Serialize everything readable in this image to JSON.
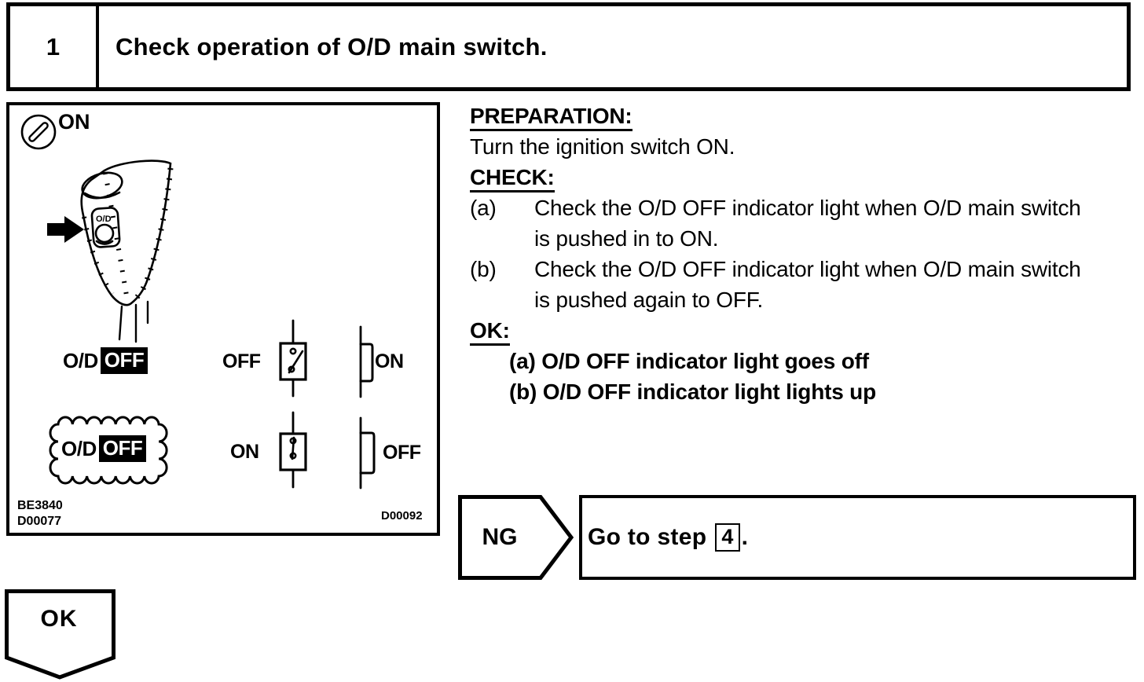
{
  "colors": {
    "ink": "#000000",
    "paper": "#ffffff"
  },
  "step": {
    "number": "1",
    "title": "Check operation of O/D main switch."
  },
  "figure": {
    "ignition_label": "ON",
    "panel_label": "O/D",
    "indicator_off": {
      "prefix": "O/D",
      "value": "OFF"
    },
    "indicator_lit": {
      "prefix": "O/D",
      "value": "OFF"
    },
    "switch_rows": [
      {
        "main_switch_state": "OFF",
        "indicator_state": "ON"
      },
      {
        "main_switch_state": "ON",
        "indicator_state": "OFF"
      }
    ],
    "codes": {
      "top_left": "BE3840",
      "bottom_left": "D00077",
      "bottom_right": "D00092"
    }
  },
  "instructions": {
    "preparation_heading": "PREPARATION:",
    "preparation_text": "Turn the ignition switch ON.",
    "check_heading": "CHECK:",
    "check_items": [
      {
        "label": "(a)",
        "line1": "Check the O/D OFF indicator light when O/D main switch",
        "line2": "is pushed in to ON."
      },
      {
        "label": "(b)",
        "line1": "Check the O/D OFF indicator light when O/D main switch",
        "line2": "is pushed again to OFF."
      }
    ],
    "ok_heading": "OK:",
    "ok_items": [
      "(a) O/D OFF indicator light goes off",
      "(b) O/D OFF indicator light lights up"
    ]
  },
  "ng": {
    "label": "NG",
    "action_prefix": "Go to step",
    "action_step": "4",
    "action_suffix": "."
  },
  "ok_connector": {
    "label": "OK"
  }
}
